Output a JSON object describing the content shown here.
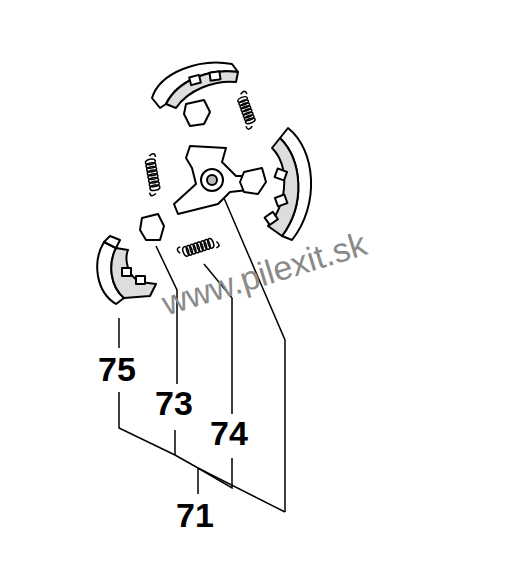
{
  "diagram": {
    "labels": [
      "www.pilexit.sk",
      "75",
      "73",
      "74",
      "71"
    ]
  }
}
